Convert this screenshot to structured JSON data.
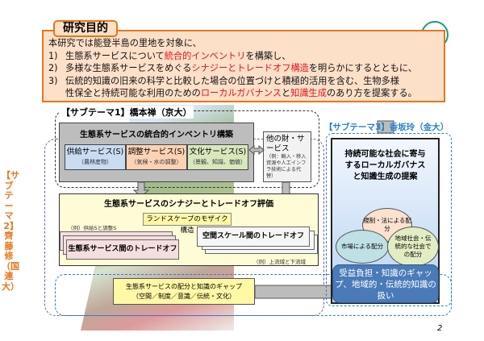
{
  "goal": {
    "tab": "研究目的",
    "intro": "本研究では能登半島の里地を対象に、",
    "items": [
      {
        "num": "1)",
        "pre": "生態系サービスについて",
        "red": "統合的インベントリ",
        "post": "を構築し、"
      },
      {
        "num": "2)",
        "pre": "多様な生態系サービスをめぐる",
        "red": "シナジーとトレードオフ構造",
        "post": "を明らかにするとともに、"
      },
      {
        "num": "3)",
        "line1": "伝統的知識の旧来の科学と比較した場合の位置づけと積極的活用を含む、生物多様",
        "pre": "性保全と持続可能な利用のための",
        "red": "ローカルガバナンス",
        "mid": "と",
        "red2": "知識生成",
        "post": "のあり方を提案する。"
      }
    ]
  },
  "st1": {
    "label": "【サブテーマ1】橋本禅（京大）",
    "title": "生態系サービスの統合的インベントリ構築",
    "services": [
      {
        "name": "供給サービス(S)",
        "sub": "（農林産物）",
        "color": "#c9dcf2"
      },
      {
        "name": "調整サービス(S)",
        "sub": "（気候・水の調整）",
        "color": "#fbd2b4"
      },
      {
        "name": "文化サービス(S)",
        "sub": "（景観、知識、価値）",
        "color": "#d9e7bd"
      }
    ],
    "other_title": "他の財・サービス",
    "other_note": "（例：輸入・移入資源や人工インフラ技術による代替）"
  },
  "st2": {
    "label": "【サブテーマ2】齊藤修（国連大）",
    "title": "生態系サービスのシナジーとトレードオフ評価",
    "mosaic": "ランドスケープのモザイク構造",
    "ex1": "（例）供給Sと調整S",
    "tradeoff1": "生態系サービス間のトレードオフ",
    "tradeoff2": "空間スケール間のトレードオフ",
    "ex2": "（例）上流域と下流域"
  },
  "gap": {
    "line1": "生態系サービスの配分と知識のギャップ",
    "line2": "（空間／制度／意識／伝統・文化）"
  },
  "st3": {
    "label": "【サブテーマ3】香坂玲（金大）",
    "title": "持続可能な社会に寄与するローカルガバナスと知識生成の提案",
    "e1": "規制・法による配分",
    "e2": "市場による配分",
    "e3": "地域社会・伝統的な社会での配分",
    "gapbox": "受益負担・知識のギャップ、地域的・伝統的知識の扱い"
  },
  "page": "2"
}
